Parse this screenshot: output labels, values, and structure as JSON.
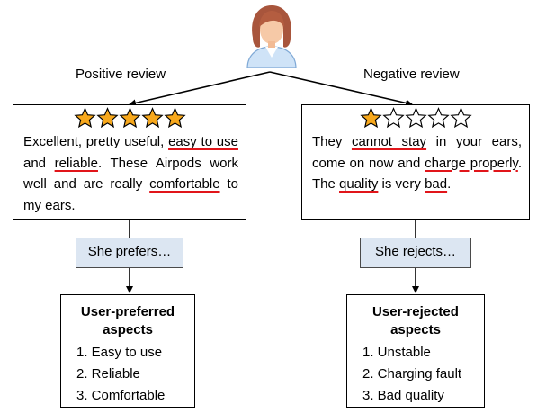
{
  "user": {
    "icon": "woman-avatar-icon"
  },
  "left": {
    "branch_label": "Positive review",
    "stars_filled": 5,
    "stars_total": 5,
    "review_parts": [
      {
        "text": "Excellent, pretty useful, ",
        "u": false
      },
      {
        "text": "easy to use",
        "u": true
      },
      {
        "text": " and ",
        "u": false
      },
      {
        "text": "reliable",
        "u": true
      },
      {
        "text": ". These Airpods work well and are really ",
        "u": false
      },
      {
        "text": "comfortable",
        "u": true
      },
      {
        "text": " to my ears.",
        "u": false
      }
    ],
    "action_label": "She prefers…",
    "aspects_title": "User-preferred aspects",
    "aspects": [
      "1. Easy to use",
      "2. Reliable",
      "3. Comfortable"
    ]
  },
  "right": {
    "branch_label": "Negative review",
    "stars_filled": 1,
    "stars_total": 5,
    "review_parts": [
      {
        "text": "They ",
        "u": false
      },
      {
        "text": "cannot stay",
        "u": true
      },
      {
        "text": " in your ears, come on now and ",
        "u": false
      },
      {
        "text": "charge properly",
        "u": true
      },
      {
        "text": ". The ",
        "u": false
      },
      {
        "text": "quality",
        "u": true
      },
      {
        "text": " is very ",
        "u": false
      },
      {
        "text": "bad",
        "u": true
      },
      {
        "text": ".",
        "u": false
      }
    ],
    "action_label": "She rejects…",
    "aspects_title": "User-rejected aspects",
    "aspects": [
      "1. Unstable",
      "2. Charging fault",
      "3. Bad quality"
    ]
  },
  "colors": {
    "underline": "#e1151a",
    "star_fill": "#f7a81c",
    "action_box": "#dce6f2"
  }
}
